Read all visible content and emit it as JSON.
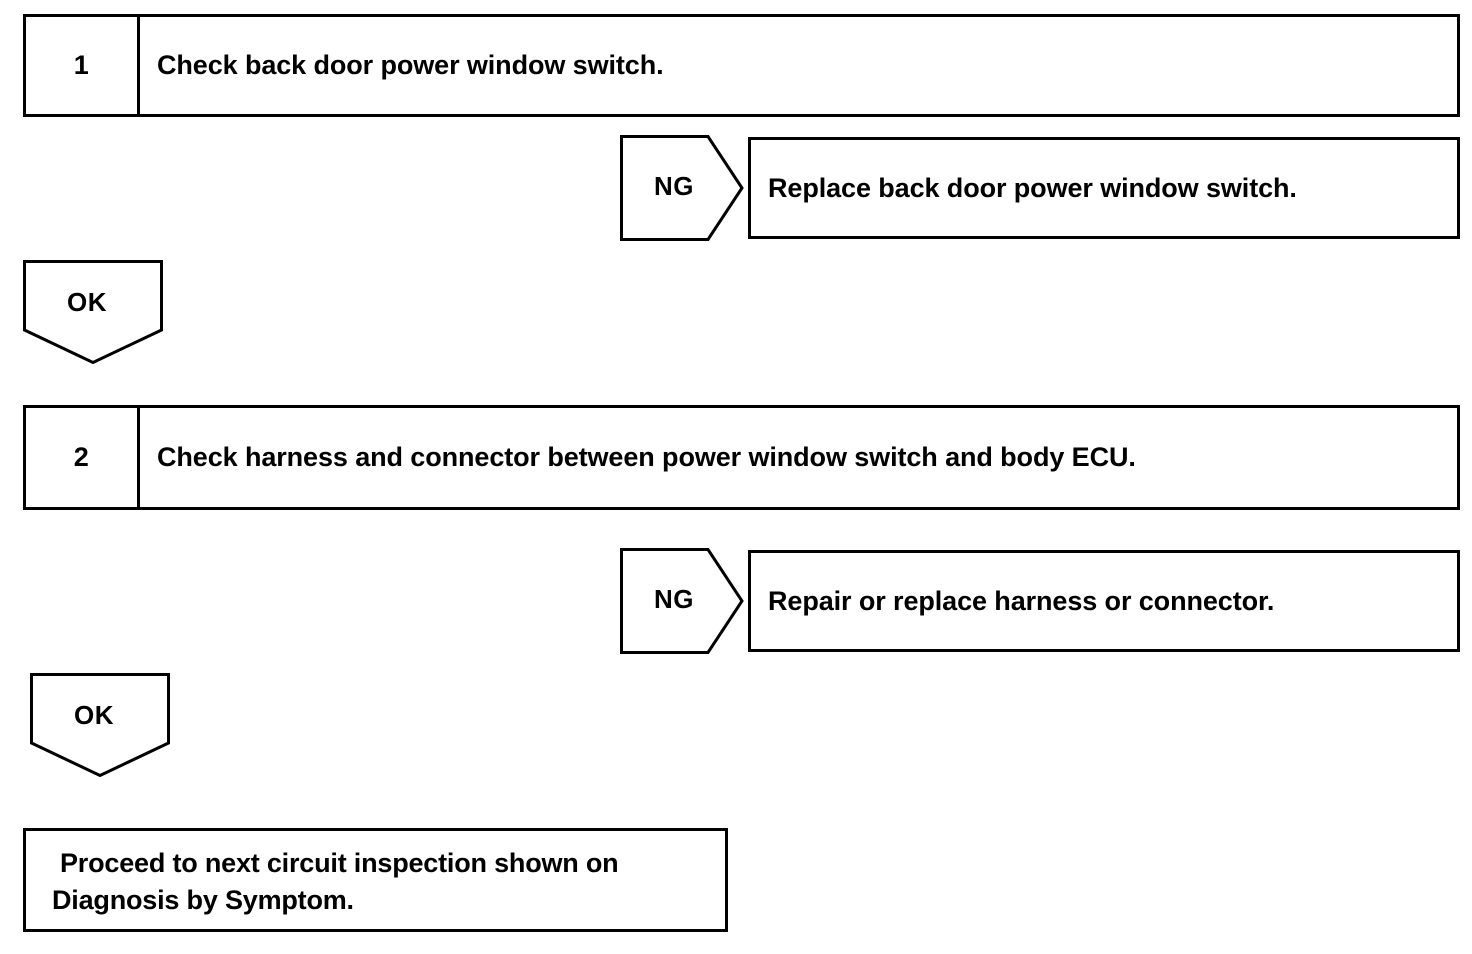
{
  "diagram": {
    "type": "troubleshooting-flowchart",
    "steps": [
      {
        "number": "1",
        "instruction": "Check back door power window switch.",
        "ng_label": "NG",
        "ng_action": "Replace back door power window switch.",
        "ok_label": "OK"
      },
      {
        "number": "2",
        "instruction": "Check harness and connector between power window switch and body ECU.",
        "ng_label": "NG",
        "ng_action": "Repair or replace harness or connector.",
        "ok_label": "OK"
      }
    ],
    "final": {
      "line_1": "Proceed to next circuit inspection shown on",
      "line_2": "Diagnosis by Symptom."
    },
    "colors": {
      "line": "#000000",
      "fill": "#ffffff",
      "text": "#000000"
    }
  }
}
